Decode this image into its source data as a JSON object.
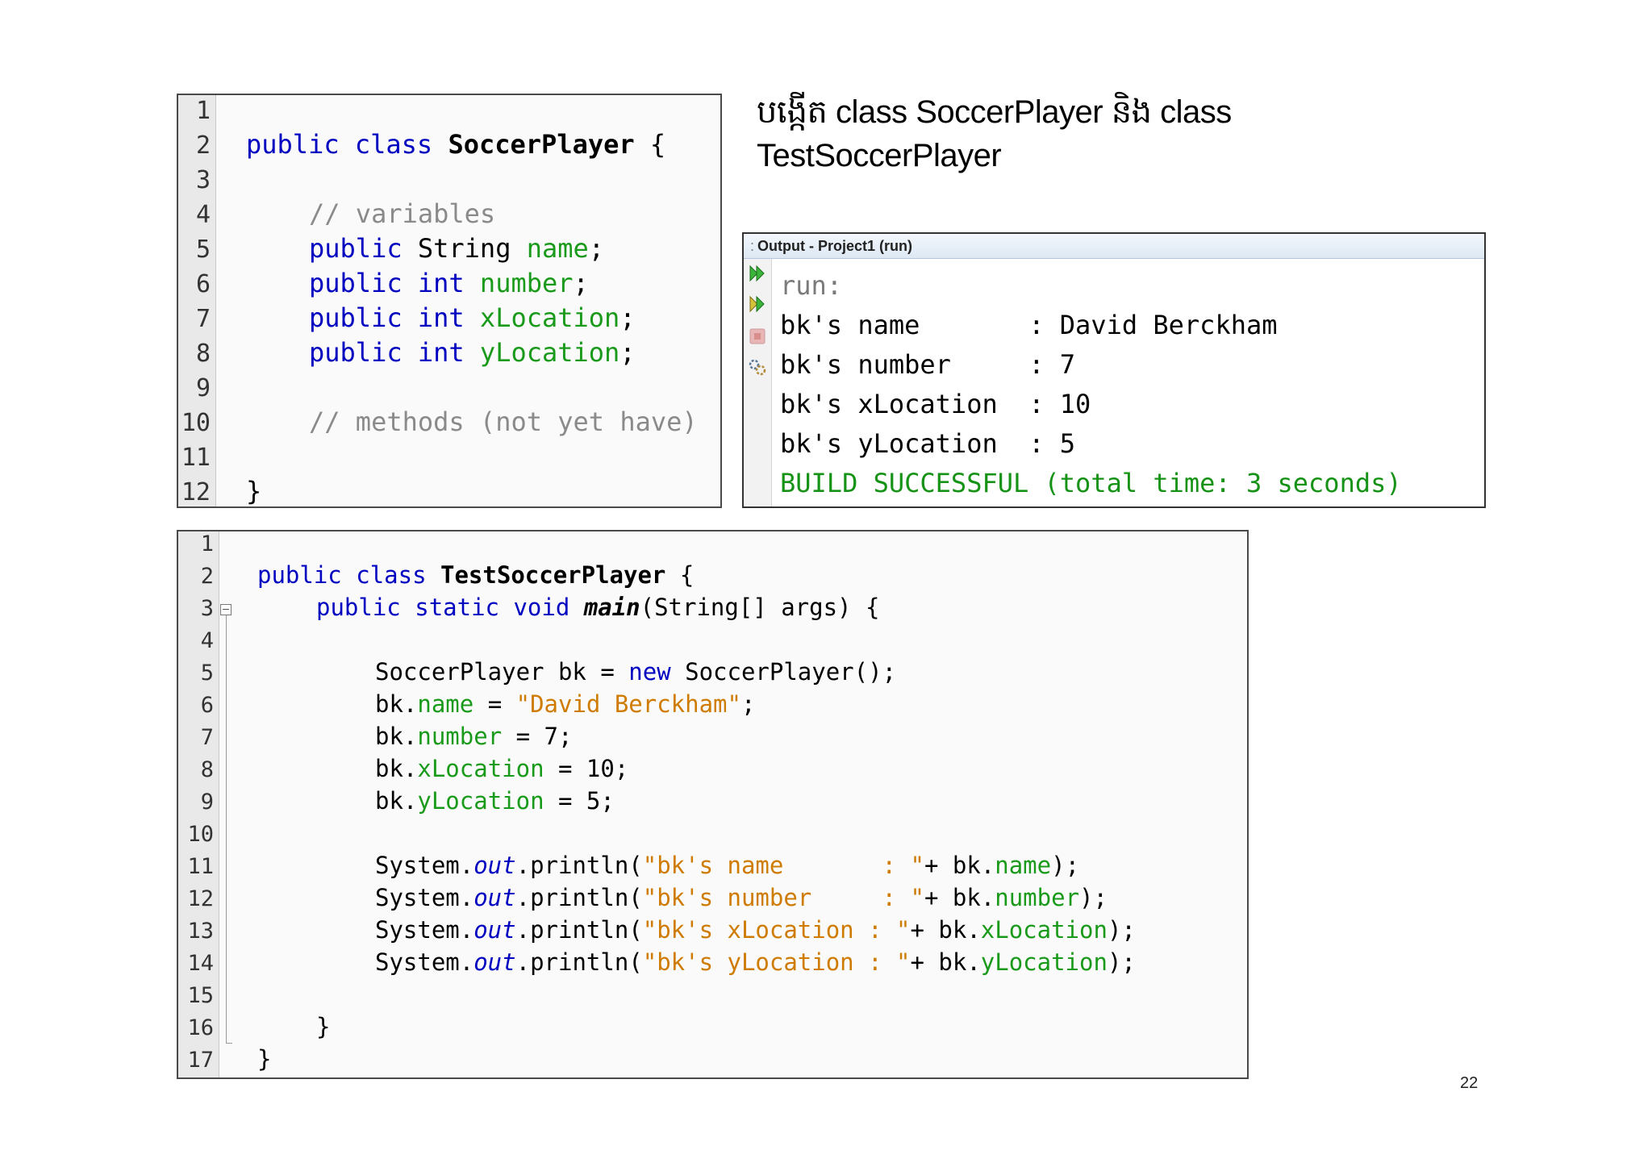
{
  "heading": {
    "line1": "បង្កើត class SoccerPlayer និង class",
    "line2": "TestSoccerPlayer"
  },
  "code1": {
    "line_numbers": [
      "1",
      "2",
      "3",
      "4",
      "5",
      "6",
      "7",
      "8",
      "9",
      "10",
      "11",
      "12"
    ],
    "l2": {
      "kw1": "public",
      "kw2": "class",
      "name": "SoccerPlayer",
      "brace": "{"
    },
    "l4": {
      "comment": "// variables"
    },
    "l5": {
      "kw": "public",
      "type": "String",
      "field": "name",
      "end": ";"
    },
    "l6": {
      "kw": "public",
      "type": "int",
      "field": "number",
      "end": ";"
    },
    "l7": {
      "kw": "public",
      "type": "int",
      "field": "xLocation",
      "end": ";"
    },
    "l8": {
      "kw": "public",
      "type": "int",
      "field": "yLocation",
      "end": ";"
    },
    "l10": {
      "comment": "// methods (not yet have)"
    },
    "l12": {
      "brace": "}"
    }
  },
  "output": {
    "title_prefix": ":",
    "title": "Output - Project1 (run)",
    "icons": [
      "rerun-icon",
      "rerun-with-options-icon",
      "stop-icon",
      "settings-icon"
    ],
    "lines": [
      "run:",
      "bk's name       : David Berckham",
      "bk's number     : 7",
      "bk's xLocation  : 10",
      "bk's yLocation  : 5",
      "BUILD SUCCESSFUL (total time: 3 seconds)"
    ]
  },
  "code2": {
    "line_numbers": [
      "1",
      "2",
      "3",
      "4",
      "5",
      "6",
      "7",
      "8",
      "9",
      "10",
      "11",
      "12",
      "13",
      "14",
      "15",
      "16",
      "17"
    ],
    "l2": {
      "kw1": "public",
      "kw2": "class",
      "name": "TestSoccerPlayer",
      "brace": "{"
    },
    "l3": {
      "kw1": "public",
      "kw2": "static",
      "kw3": "void",
      "method": "main",
      "rest": "(String[] args) {"
    },
    "l5": {
      "pre": "SoccerPlayer bk = ",
      "kw": "new",
      "post": " SoccerPlayer();"
    },
    "l6": {
      "obj": "bk.",
      "field": "name",
      "op": " = ",
      "str": "\"David Berckham\"",
      "end": ";"
    },
    "l7": {
      "obj": "bk.",
      "field": "number",
      "rest": " = 7;"
    },
    "l8": {
      "obj": "bk.",
      "field": "xLocation",
      "rest": " = 10;"
    },
    "l9": {
      "obj": "bk.",
      "field": "yLocation",
      "rest": " = 5;"
    },
    "l11": {
      "sys": "System.",
      "out": "out",
      "call": ".println(",
      "str": "\"bk's name       : \"",
      "plus": "+ bk.",
      "field": "name",
      "end": ");"
    },
    "l12": {
      "sys": "System.",
      "out": "out",
      "call": ".println(",
      "str": "\"bk's number     : \"",
      "plus": "+ bk.",
      "field": "number",
      "end": ");"
    },
    "l13": {
      "sys": "System.",
      "out": "out",
      "call": ".println(",
      "str": "\"bk's xLocation : \"",
      "plus": "+ bk.",
      "field": "xLocation",
      "end": ");"
    },
    "l14": {
      "sys": "System.",
      "out": "out",
      "call": ".println(",
      "str": "\"bk's yLocation : \"",
      "plus": "+ bk.",
      "field": "yLocation",
      "end": ");"
    },
    "l16": {
      "brace": "}"
    },
    "l17": {
      "brace": "}"
    }
  },
  "page_number": "22"
}
